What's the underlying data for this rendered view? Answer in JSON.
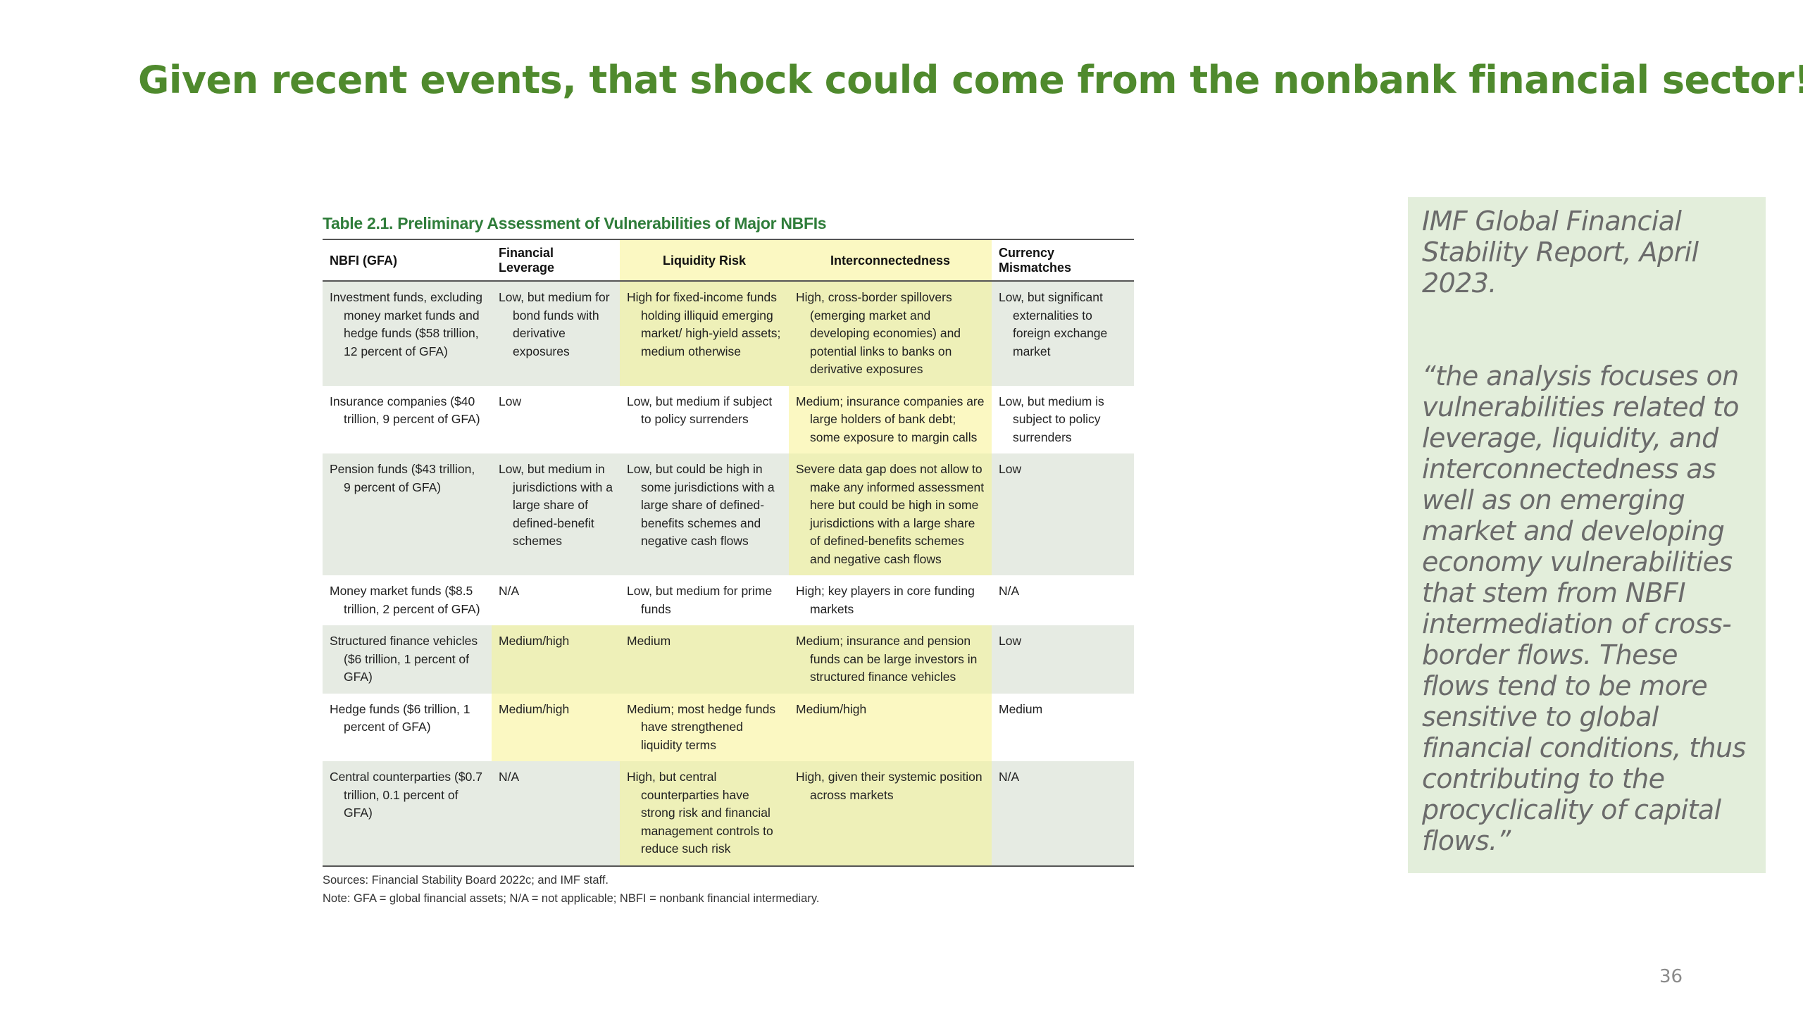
{
  "slide": {
    "title": "Given recent events, that shock could come from the nonbank financial sector!",
    "page_number": "36"
  },
  "table": {
    "title": "Table 2.1. Preliminary Assessment of Vulnerabilities of Major NBFIs",
    "headers": [
      "NBFI (GFA)",
      "Financial Leverage",
      "Liquidity Risk",
      "Interconnectedness",
      "Currency Mismatches"
    ],
    "rows": [
      [
        "Investment funds, excluding money market funds and hedge funds ($58 trillion, 12 percent of GFA)",
        "Low, but medium for bond funds with derivative exposures",
        "High for fixed-income funds holding illiquid emerging market/ high-yield assets; medium otherwise",
        "High, cross-border spillovers (emerging market and developing economies) and potential links to banks on derivative exposures",
        "Low, but significant externalities to foreign exchange market"
      ],
      [
        "Insurance companies ($40 trillion, 9 percent of GFA)",
        "Low",
        "Low, but medium if subject to policy surrenders",
        "Medium; insurance companies are large holders of bank debt; some exposure to margin calls",
        "Low, but medium is subject to policy surrenders"
      ],
      [
        "Pension funds ($43 trillion, 9 percent of GFA)",
        "Low, but medium in jurisdictions with a large share of defined-benefit schemes",
        "Low, but could be high in some jurisdictions with a large share of defined-benefits schemes and negative cash flows",
        "Severe data gap does not allow to make any informed assessment here but could be high in some jurisdictions with a large share of defined-benefits schemes and negative cash flows",
        "Low"
      ],
      [
        "Money market funds ($8.5 trillion, 2 percent of GFA)",
        "N/A",
        "Low, but medium for prime funds",
        "High; key players in core funding markets",
        "N/A"
      ],
      [
        "Structured finance vehicles ($6 trillion, 1 percent of GFA)",
        "Medium/high",
        "Medium",
        "Medium; insurance and pension funds can be large investors in structured finance vehicles",
        "Low"
      ],
      [
        "Hedge funds ($6 trillion, 1 percent of GFA)",
        "Medium/high",
        "Medium; most hedge funds have strengthened liquidity terms",
        "Medium/high",
        "Medium"
      ],
      [
        "Central counterparties ($0.7 trillion, 0.1 percent of GFA)",
        "N/A",
        "High, but central counterparties have strong risk and financial management controls to reduce such risk",
        "High, given their systemic position across markets",
        "N/A"
      ]
    ],
    "sources": "Sources: Financial Stability Board 2022c; and IMF staff.",
    "note": "Note: GFA = global financial assets; N/A = not applicable; NBFI = nonbank financial intermediary."
  },
  "sidebar": {
    "citation": "IMF Global Financial Stability Report, April 2023.",
    "quote": "“the analysis focuses on vulnerabilities related to leverage, liquidity, and interconnectedness as well as on emerging market and developing economy vulnerabilities that stem from NBFI intermediation of cross-border flows. These flows tend to be more sensitive to global financial conditions, thus contributing to the procyclicality of capital flows.”"
  },
  "colors": {
    "title_green": "#4f8a2d",
    "table_title_green": "#2f7d3a",
    "row_shade": "#e6ebe3",
    "highlight_yellow": "#fbf8c2",
    "sidebar_bg": "#e3eedb"
  }
}
